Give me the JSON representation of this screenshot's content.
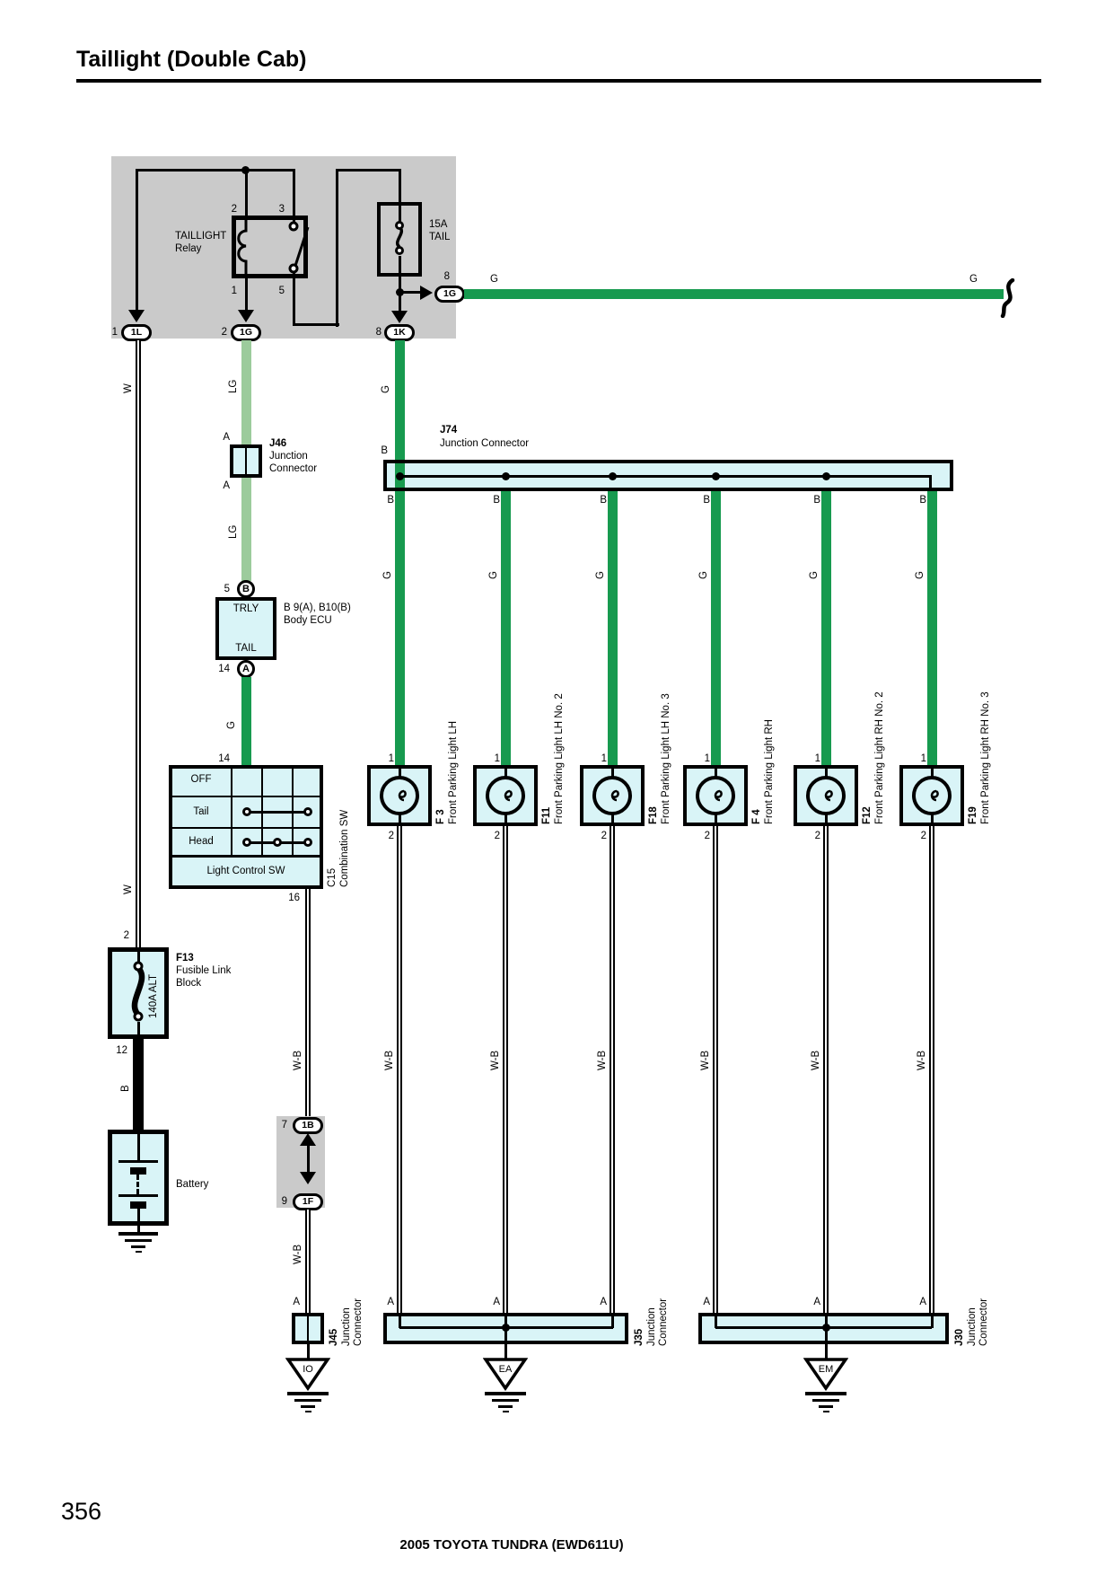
{
  "page": {
    "title": "Taillight (Double Cab)",
    "page_number": "356",
    "footer": "2005 TOYOTA TUNDRA (EWD611U)"
  },
  "colors": {
    "wire_green": "#179a4f",
    "wire_light_green": "#9ccb9c",
    "component_fill": "#d9f4f7",
    "panel_gray": "#cacaca"
  },
  "relay": {
    "label": "TAILLIGHT\nRelay",
    "pin_2": "2",
    "pin_3": "3",
    "pin_1": "1",
    "pin_5": "5"
  },
  "fuse": {
    "label": "15A\nTAIL",
    "pin_8": "8"
  },
  "top_connectors": {
    "left": {
      "pin": "1",
      "id": "1L"
    },
    "mid": {
      "pin": "2",
      "id": "1G"
    },
    "right": {
      "pin": "8",
      "id": "1K"
    },
    "fuse_out": {
      "pin": "8",
      "id": "1G"
    }
  },
  "top_wire": {
    "label_left": "G",
    "label_right": "G"
  },
  "left_branch": {
    "w_upper": "W",
    "w_lower": "W",
    "b": "B"
  },
  "lg_branch": {
    "upper": "LG",
    "lower": "LG"
  },
  "g_branch": {
    "label": "G"
  },
  "j46": {
    "id": "J46",
    "name": "Junction\nConnector",
    "pin_top": "A",
    "pin_bottom": "A"
  },
  "j74": {
    "id": "J74",
    "name": "Junction Connector",
    "pin_in": "B"
  },
  "ecu": {
    "pin_top": "5",
    "pin_top_letter": "B",
    "title_top": "TRLY",
    "title_bottom": "TAIL",
    "side": "B 9(A), B10(B)\nBody ECU",
    "pin_bottom": "14",
    "pin_bottom_letter": "A",
    "wire_label": "G"
  },
  "light_control": {
    "pin_in": "14",
    "rows": [
      "OFF",
      "Tail",
      "Head"
    ],
    "caption": "Light Control SW",
    "pin_out": "16",
    "conn_id": "C15",
    "conn_name": "Combination SW"
  },
  "f13": {
    "pin_top": "2",
    "id": "F13",
    "name": "Fusible Link\nBlock",
    "rating": "140A ALT",
    "pin_bottom": "12"
  },
  "battery": {
    "label": "Battery"
  },
  "inline_connectors": {
    "top": {
      "pin": "7",
      "id": "1B"
    },
    "bottom": {
      "pin": "9",
      "id": "1F"
    },
    "wire_label_top": "W-B",
    "wire_label_bottom": "W-B"
  },
  "bulbs": [
    {
      "b": "B",
      "g": "G",
      "pin_top": "1",
      "pin_bottom": "2",
      "id": "F 3",
      "name": "Front Parking Light LH",
      "wb": "W-B",
      "a": "A"
    },
    {
      "b": "B",
      "g": "G",
      "pin_top": "1",
      "pin_bottom": "2",
      "id": "F11",
      "name": "Front Parking Light LH No. 2",
      "wb": "W-B",
      "a": "A"
    },
    {
      "b": "B",
      "g": "G",
      "pin_top": "1",
      "pin_bottom": "2",
      "id": "F18",
      "name": "Front Parking Light LH No. 3",
      "wb": "W-B",
      "a": "A"
    },
    {
      "b": "B",
      "g": "G",
      "pin_top": "1",
      "pin_bottom": "2",
      "id": "F 4",
      "name": "Front Parking Light RH",
      "wb": "W-B",
      "a": "A"
    },
    {
      "b": "B",
      "g": "G",
      "pin_top": "1",
      "pin_bottom": "2",
      "id": "F12",
      "name": "Front Parking Light RH No. 2",
      "wb": "W-B",
      "a": "A"
    },
    {
      "b": "B",
      "g": "G",
      "pin_top": "1",
      "pin_bottom": "2",
      "id": "F19",
      "name": "Front Parking Light RH No. 3",
      "wb": "W-B",
      "a": "A"
    }
  ],
  "j45": {
    "id": "J45",
    "name": "Junction\nConnector",
    "pin": "A"
  },
  "j35": {
    "id": "J35",
    "name": "Junction\nConnector"
  },
  "j30": {
    "id": "J30",
    "name": "Junction\nConnector"
  },
  "grounds": {
    "io": "IO",
    "ea": "EA",
    "em": "EM"
  }
}
